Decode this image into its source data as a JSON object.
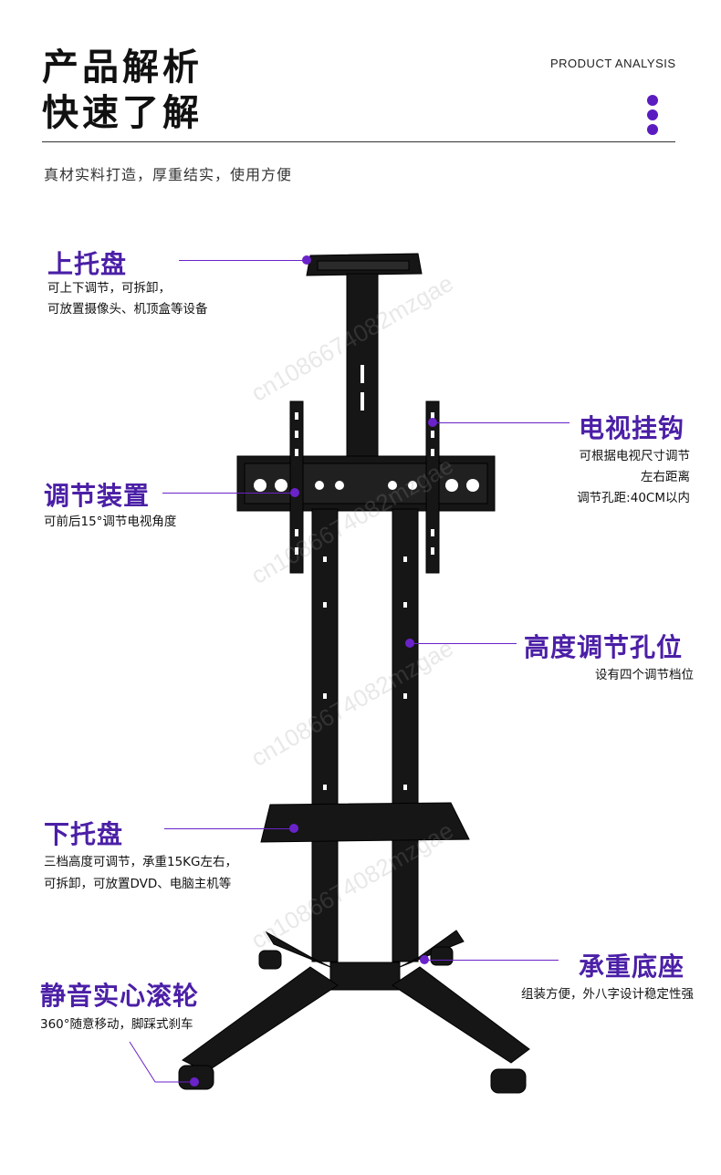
{
  "header": {
    "title_line1": "产品解析",
    "title_line2": "快速了解",
    "subtitle_en": "PRODUCT ANALYSIS",
    "tagline": "真材实料打造，厚重结实，使用方便"
  },
  "features": [
    {
      "title": "上托盘",
      "desc": [
        "可上下调节，可拆卸，",
        "可放置摄像头、机顶盒等设备"
      ]
    },
    {
      "title": "电视挂钩",
      "desc": [
        "可根据电视尺寸调节",
        "左右距离",
        "调节孔距:40CM以内"
      ]
    },
    {
      "title": "调节装置",
      "desc": [
        "可前后15°调节电视角度"
      ]
    },
    {
      "title": "高度调节孔位",
      "desc": [
        "设有四个调节档位"
      ]
    },
    {
      "title": "下托盘",
      "desc": [
        "三档高度可调节，承重15KG左右，",
        "可拆卸，可放置DVD、电脑主机等"
      ]
    },
    {
      "title": "承重底座",
      "desc": [
        "组装方便，外八字设计稳定性强"
      ]
    },
    {
      "title": "静音实心滚轮",
      "desc": [
        "360°随意移动，脚踩式刹车"
      ]
    }
  ],
  "watermark": "cn1086674082mzgae",
  "colors": {
    "accent": "#4b1fa6",
    "dot": "#6a22c9",
    "product": "#151515"
  },
  "icons": [
    "menu-dots-icon"
  ]
}
